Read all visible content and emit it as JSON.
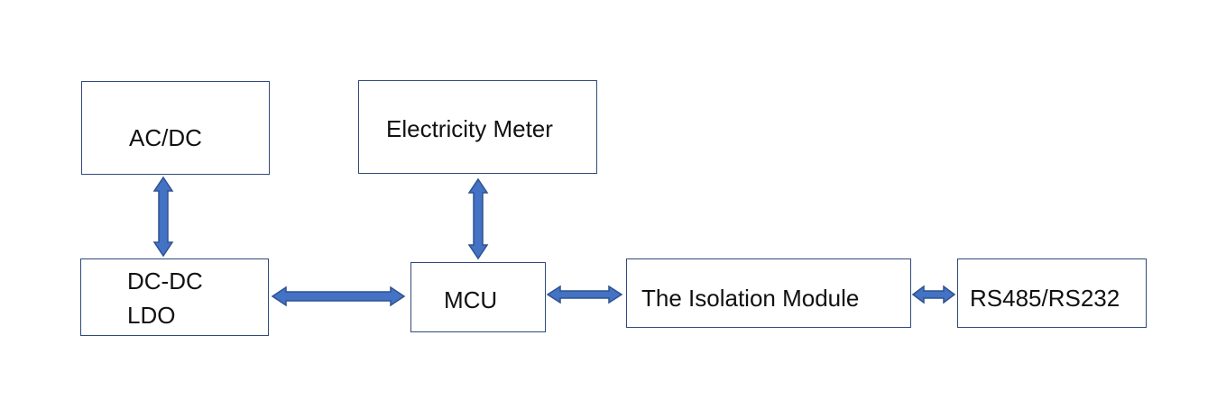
{
  "diagram": {
    "nodes": {
      "acdc": {
        "label": "AC/DC"
      },
      "meter": {
        "label": "Electricity Meter"
      },
      "dcdc": {
        "line1": "DC-DC",
        "line2": "LDO"
      },
      "mcu": {
        "label": "MCU"
      },
      "isolation": {
        "label": "The Isolation Module"
      },
      "rs": {
        "label": "RS485/RS232"
      }
    },
    "edges": [
      {
        "from": "acdc",
        "to": "dcdc",
        "direction": "bidirectional"
      },
      {
        "from": "meter",
        "to": "mcu",
        "direction": "bidirectional"
      },
      {
        "from": "dcdc",
        "to": "mcu",
        "direction": "bidirectional"
      },
      {
        "from": "mcu",
        "to": "isolation",
        "direction": "bidirectional"
      },
      {
        "from": "isolation",
        "to": "rs",
        "direction": "bidirectional"
      }
    ],
    "colors": {
      "box_border": "#2f4a7a",
      "arrow_fill": "#4472c4",
      "arrow_stroke": "#2f528f",
      "text": "#111111"
    }
  }
}
